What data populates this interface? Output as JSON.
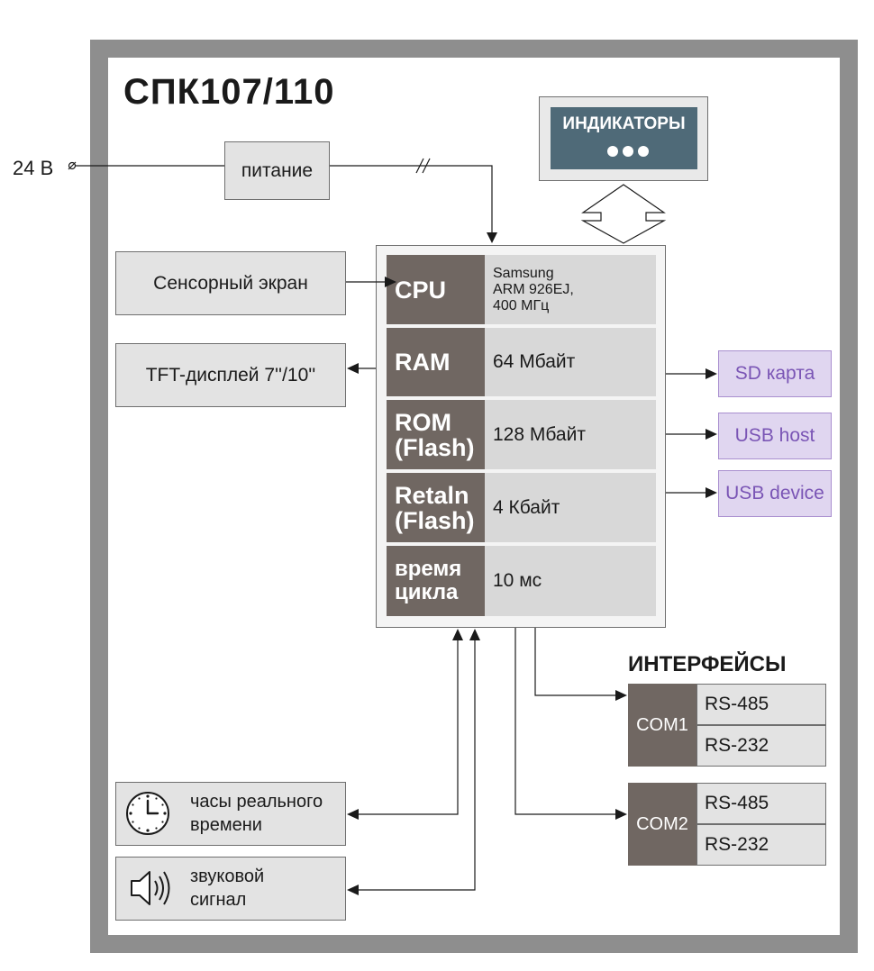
{
  "title": "СПК107/110",
  "power_input": {
    "label": "24 В"
  },
  "power_block": "питание",
  "indicators": {
    "label": "ИНДИКАТОРЫ",
    "dots": 3
  },
  "left_blocks": {
    "touch": "Сенсорный экран",
    "display": "TFT-дисплей 7''/10''"
  },
  "core_rows": [
    {
      "label_lines": [
        "CPU"
      ],
      "value_lines": [
        "Samsung",
        "ARM 926EJ,",
        "400 МГц"
      ]
    },
    {
      "label_lines": [
        "RAM"
      ],
      "value_lines": [
        "64 Мбайт"
      ]
    },
    {
      "label_lines": [
        "ROM",
        "(Flash)"
      ],
      "value_lines": [
        "128 Мбайт"
      ]
    },
    {
      "label_lines": [
        "Retaln",
        "(Flash)"
      ],
      "value_lines": [
        "4 Кбайт"
      ]
    },
    {
      "label_lines": [
        "время",
        "цикла"
      ],
      "value_lines": [
        "10 мс"
      ]
    }
  ],
  "ports": {
    "sd": "SD карта",
    "usb_host": "USB host",
    "usb_device": "USB device"
  },
  "interfaces": {
    "title": "ИНТЕРФЕЙСЫ",
    "com1": {
      "label": "COM1",
      "rs485": "RS-485",
      "rs232": "RS-232"
    },
    "com2": {
      "label": "COM2",
      "rs485": "RS-485",
      "rs232": "RS-232"
    }
  },
  "bottom_blocks": {
    "clock": {
      "line1": "часы реального",
      "line2": "времени",
      "icon": "clock-icon"
    },
    "sound": {
      "line1": "звуковой",
      "line2": "сигнал",
      "icon": "speaker-icon"
    }
  },
  "colors": {
    "frame": "#8e8e8e",
    "row_label_bg": "#706762",
    "row_value_bg": "#d8d8d8",
    "indicator_bg": "#4f6a78",
    "port_bg": "#e0d6f0",
    "port_text": "#7a55b5"
  }
}
